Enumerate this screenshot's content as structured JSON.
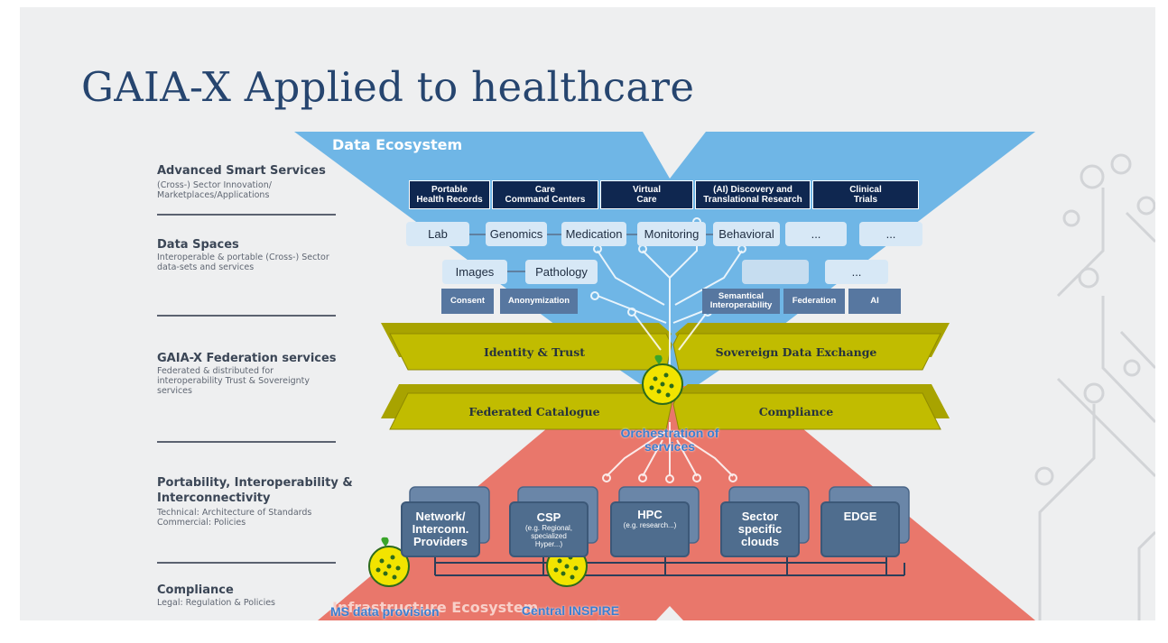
{
  "title": "GAIA-X Applied to healthcare",
  "labels": [
    {
      "head": "Advanced Smart Services",
      "sub": "(Cross-) Sector Innovation/\nMarketplaces/Applications"
    },
    {
      "head": "Data Spaces",
      "sub": "Interoperable & portable (Cross-) Sector\ndata-sets and services"
    },
    {
      "head": "GAIA-X Federation services",
      "sub": "Federated & distributed for\ninteroperability Trust & Sovereignty\nservices"
    },
    {
      "head": "Portability, Interoperability &\nInterconnectivity",
      "sub": "Technical: Architecture of Standards\nCommercial: Policies"
    },
    {
      "head": "Compliance",
      "sub": "Legal: Regulation & Policies"
    }
  ],
  "data_ecosystem": "Data Ecosystem",
  "infrastructure_ecosystem": "Infrastructure Ecosystem",
  "services": [
    "Portable\nHealth Records",
    "Care\nCommand Centers",
    "Virtual\nCare",
    "(AI) Discovery and\nTranslational Research",
    "Clinical\nTrials"
  ],
  "data_spaces_row1": [
    "Lab",
    "Genomics",
    "Medication",
    "Monitoring",
    "Behavioral",
    "...",
    "..."
  ],
  "data_spaces_row2": [
    "Images",
    "Pathology",
    "",
    "..."
  ],
  "tags": [
    "Consent",
    "Anonymization",
    "Semantical\nInteroperability",
    "Federation",
    "AI"
  ],
  "federation": [
    "Identity & Trust",
    "Sovereign Data Exchange",
    "Federated Catalogue",
    "Compliance"
  ],
  "infrastructure": [
    {
      "name": "Network/\nInterconn.\nProviders",
      "detail": ""
    },
    {
      "name": "CSP",
      "detail": "(e.g. Regional,\nspecialized\nHyper...)"
    },
    {
      "name": "HPC",
      "detail": "(e.g. research...)"
    },
    {
      "name": "Sector\nspecific\nclouds",
      "detail": ""
    },
    {
      "name": "EDGE",
      "detail": ""
    }
  ],
  "overlay": {
    "orchestration": "Orchestration of\nservices",
    "ms_data": "MS data provision",
    "central": "Central INSPIRE\ncomponents"
  },
  "colors": {
    "title": "#26456f",
    "data_ecosystem": "#6fb6e6",
    "infrastructure_ecosystem": "#e9776b",
    "federation": "#b9b400",
    "service_box": "#0f2750",
    "infra_box": "#4f6d8e",
    "overlay_text": "#3a7ed0"
  }
}
